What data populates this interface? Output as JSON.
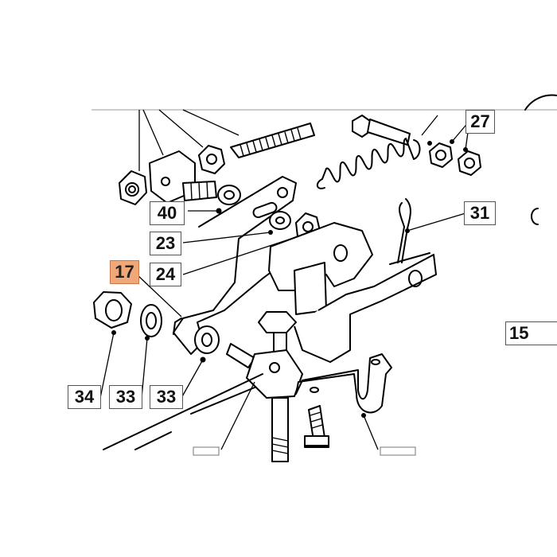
{
  "diagram": {
    "highlight_color": "#f0a878",
    "selected_callout": "17",
    "callouts": [
      {
        "id": "17",
        "label": "17",
        "active": true
      },
      {
        "id": "27",
        "label": "27",
        "active": false
      },
      {
        "id": "31",
        "label": "31",
        "active": false
      },
      {
        "id": "40",
        "label": "40",
        "active": false
      },
      {
        "id": "23",
        "label": "23",
        "active": false
      },
      {
        "id": "24",
        "label": "24",
        "active": false
      },
      {
        "id": "34",
        "label": "34",
        "active": false
      },
      {
        "id": "33a",
        "label": "33",
        "active": false
      },
      {
        "id": "33b",
        "label": "33",
        "active": false
      },
      {
        "id": "15",
        "label": "15",
        "active": false
      }
    ]
  }
}
